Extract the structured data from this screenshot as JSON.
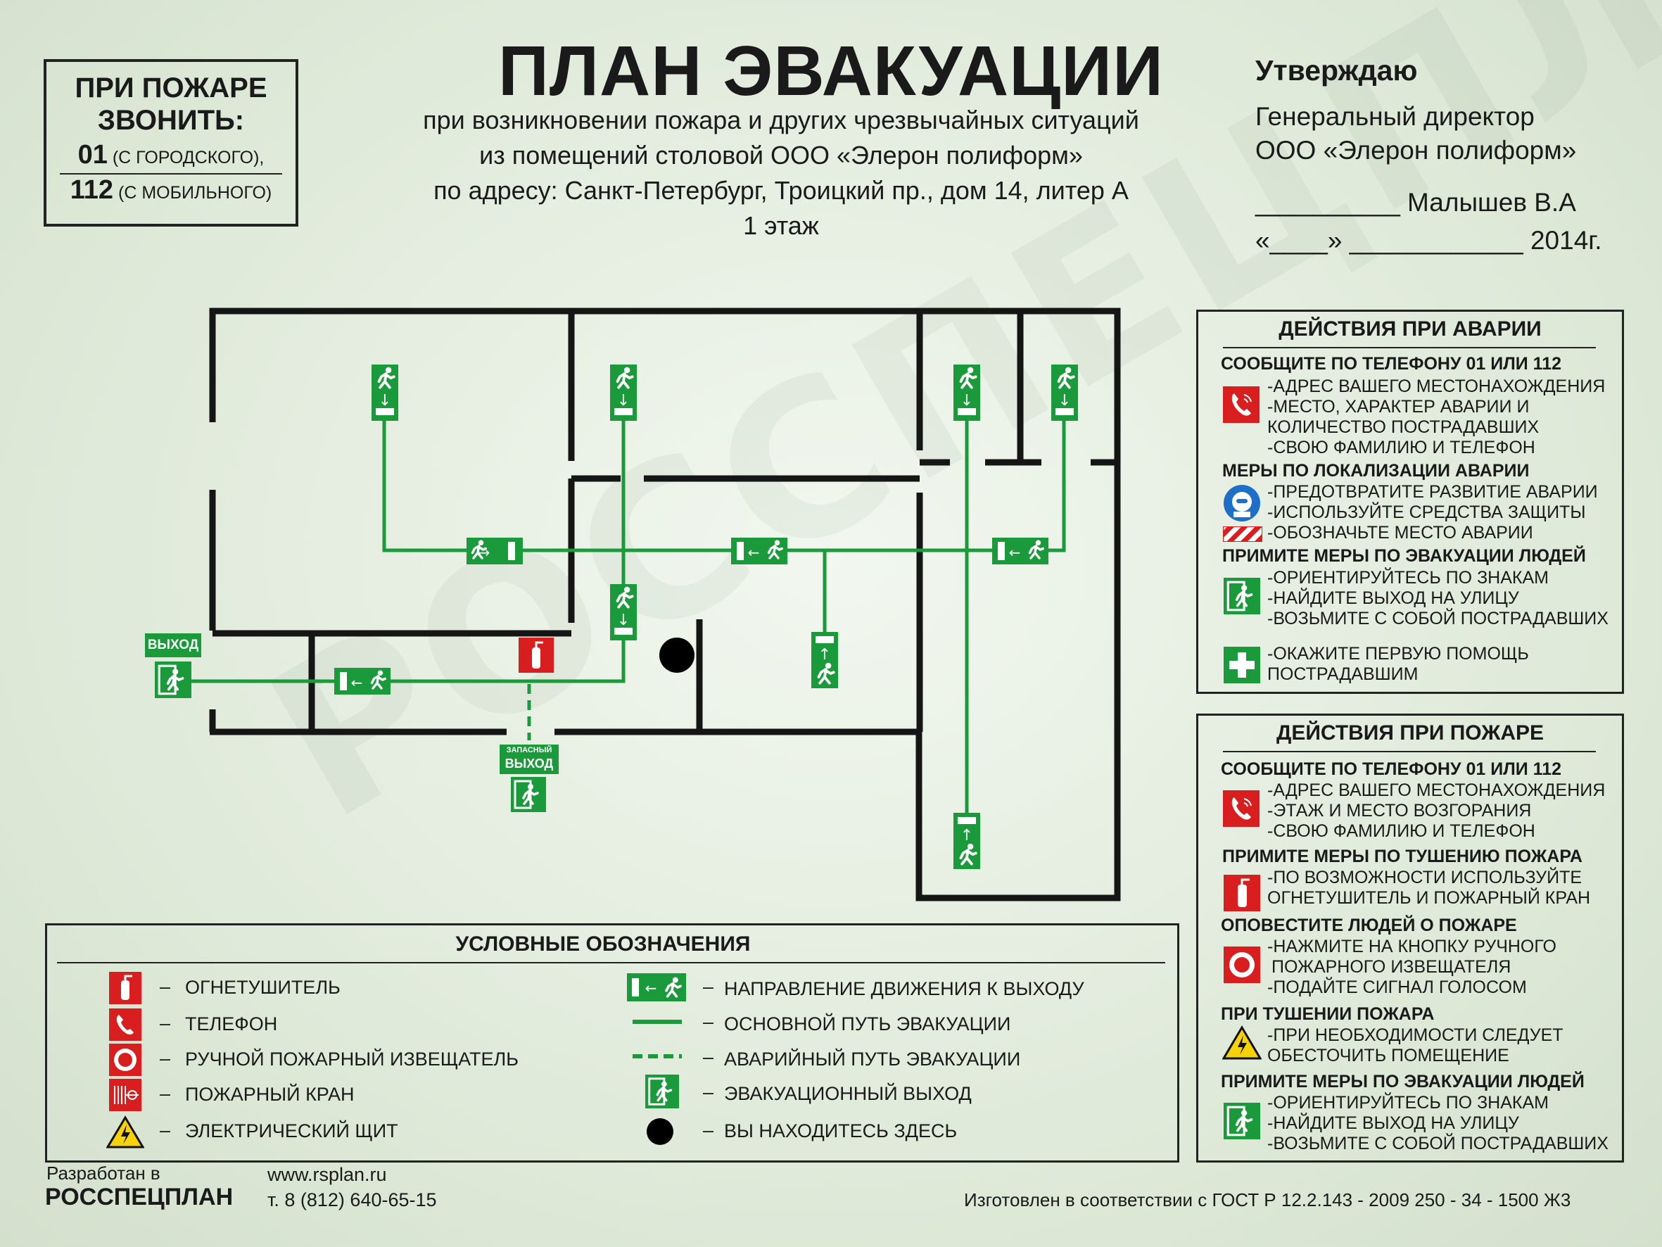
{
  "call_box": {
    "title_l1": "ПРИ ПОЖАРЕ",
    "title_l2": "ЗВОНИТЬ:",
    "num1": "01",
    "num1_note": "(С ГОРОДСКОГО),",
    "num2": "112",
    "num2_note": "(С МОБИЛЬНОГО)"
  },
  "title": "ПЛАН ЭВАКУАЦИИ",
  "subtitle": [
    "при возникновении пожара и других чрезвычайных ситуаций",
    "из помещений столовой ООО «Элерон полиформ»",
    "по адресу: Санкт-Петербург, Троицкий пр., дом 14, литер А",
    "1 этаж"
  ],
  "approval": {
    "heading": "Утверждаю",
    "position": "Генеральный директор",
    "company": "ООО «Элерон полиформ»",
    "signature_line": "__________ Малышев В.А",
    "date_line": "«____» ____________  2014г."
  },
  "plan": {
    "exit_label": "ВЫХОД",
    "spare_exit_l1": "ЗАПАСНЫЙ",
    "spare_exit_l2": "ВЫХОД"
  },
  "accident": {
    "heading": "ДЕЙСТВИЯ ПРИ АВАРИИ",
    "sections": [
      {
        "title": "СООБЩИТЕ ПО ТЕЛЕФОНУ  01 ИЛИ 112",
        "icon": "phone-icon",
        "lines": [
          "-АДРЕС ВАШЕГО МЕСТОНАХОЖДЕНИЯ",
          "-МЕСТО, ХАРАКТЕР АВАРИИ И",
          "КОЛИЧЕСТВО ПОСТРАДАВШИХ",
          "-СВОЮ ФАМИЛИЮ И  ТЕЛЕФОН"
        ]
      },
      {
        "title": "МЕРЫ ПО ЛОКАЛИЗАЦИИ АВАРИИ",
        "lines": [
          "-ПРЕДОТВРАТИТЕ РАЗВИТИЕ АВАРИИ",
          "-ИСПОЛЬЗУЙТЕ СРЕДСТВА ЗАЩИТЫ",
          "-ОБОЗНАЧЬТЕ МЕСТО АВАРИИ"
        ]
      },
      {
        "title": "ПРИМИТЕ МЕРЫ ПО ЭВАКУАЦИИ ЛЮДЕЙ",
        "icon": "exit-icon",
        "lines": [
          "-ОРИЕНТИРУЙТЕСЬ ПО ЗНАКАМ",
          "-НАЙДИТЕ ВЫХОД НА УЛИЦУ",
          "-ВОЗЬМИТЕ С СОБОЙ ПОСТРАДАВШИХ"
        ]
      },
      {
        "icon": "first-aid-icon",
        "lines": [
          "-ОКАЖИТЕ ПЕРВУЮ ПОМОЩЬ",
          "ПОСТРАДАВШИМ"
        ]
      }
    ]
  },
  "fire": {
    "heading": "ДЕЙСТВИЯ ПРИ ПОЖАРЕ",
    "sections": [
      {
        "title": "СООБЩИТЕ ПО ТЕЛЕФОНУ  01 ИЛИ 112",
        "icon": "phone-icon",
        "lines": [
          "-АДРЕС ВАШЕГО МЕСТОНАХОЖДЕНИЯ",
          "-ЭТАЖ И МЕСТО ВОЗГОРАНИЯ",
          "-СВОЮ ФАМИЛИЮ И  ТЕЛЕФОН"
        ]
      },
      {
        "title": "ПРИМИТЕ МЕРЫ ПО ТУШЕНИЮ ПОЖАРА",
        "icon": "extinguisher-icon",
        "lines": [
          "-ПО ВОЗМОЖНОСТИ ИСПОЛЬЗУЙТЕ",
          "ОГНЕТУШИТЕЛЬ И ПОЖАРНЫЙ КРАН"
        ]
      },
      {
        "title": "ОПОВЕСТИТЕ ЛЮДЕЙ О ПОЖАРЕ",
        "icon": "alarm-button-icon",
        "lines": [
          "-НАЖМИТЕ НА КНОПКУ РУЧНОГО",
          "ПОЖАРНОГО ИЗВЕЩАТЕЛЯ",
          "-ПОДАЙТЕ СИГНАЛ ГОЛОСОМ"
        ]
      },
      {
        "title": "ПРИ ТУШЕНИИ ПОЖАРА",
        "icon": "electric-hazard-icon",
        "lines": [
          "-ПРИ НЕОБХОДИМОСТИ СЛЕДУЕТ",
          "ОБЕСТОЧИТЬ ПОМЕЩЕНИЕ"
        ]
      },
      {
        "title": "ПРИМИТЕ МЕРЫ ПО ЭВАКУАЦИИ ЛЮДЕЙ",
        "icon": "exit-icon",
        "lines": [
          "-ОРИЕНТИРУЙТЕСЬ ПО ЗНАКАМ",
          "-НАЙДИТЕ ВЫХОД НА УЛИЦУ",
          "-ВОЗЬМИТЕ С СОБОЙ ПОСТРАДАВШИХ"
        ]
      }
    ]
  },
  "legend": {
    "heading": "УСЛОВНЫЕ ОБОЗНАЧЕНИЯ",
    "left": [
      {
        "icon": "extinguisher-icon",
        "label": "ОГНЕТУШИТЕЛЬ"
      },
      {
        "icon": "phone-icon",
        "label": "ТЕЛЕФОН"
      },
      {
        "icon": "alarm-button-icon",
        "label": "РУЧНОЙ ПОЖАРНЫЙ ИЗВЕЩАТЕЛЬ"
      },
      {
        "icon": "fire-hose-icon",
        "label": "ПОЖАРНЫЙ КРАН"
      },
      {
        "icon": "electric-hazard-icon",
        "label": "ЭЛЕКТРИЧЕСКИЙ ЩИТ"
      }
    ],
    "right": [
      {
        "icon": "direction-sign-icon",
        "label": "НАПРАВЛЕНИЕ ДВИЖЕНИЯ К ВЫХОДУ"
      },
      {
        "icon": "solid-line-icon",
        "label": "ОСНОВНОЙ ПУТЬ ЭВАКУАЦИИ"
      },
      {
        "icon": "dashed-line-icon",
        "label": "АВАРИЙНЫЙ ПУТЬ ЭВАКУАЦИИ"
      },
      {
        "icon": "exit-icon",
        "label": "ЭВАКУАЦИОННЫЙ ВЫХОД"
      },
      {
        "icon": "you-are-here-icon",
        "label": "ВЫ НАХОДИТЕСЬ ЗДЕСЬ"
      }
    ],
    "dash": "–"
  },
  "footer": {
    "dev_label": "Разработан в",
    "dev_company": "РОССПЕЦПЛАН",
    "website": "www.rsplan.ru",
    "phone": "т. 8 (812) 640-65-15",
    "standard": "Изготовлен в соответствии с ГОСТ Р 12.2.143 - 2009 250 - 34 - 1500 Ж3"
  },
  "watermark": "РОССПЕЦПЛАН",
  "colors": {
    "green": "#1a9a3a",
    "red": "#d81e1e",
    "black": "#1a1a1a"
  }
}
